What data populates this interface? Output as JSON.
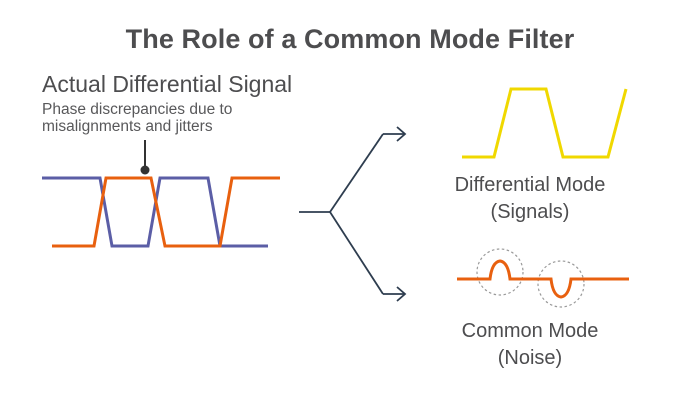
{
  "title": "The Role of a Common Mode Filter",
  "actual_signal": {
    "heading": "Actual Differential Signal",
    "note_line1": "Phase discrepancies due to",
    "note_line2": "misalignments and jitters"
  },
  "differential_mode": {
    "line1": "Differential Mode",
    "line2": "(Signals)"
  },
  "common_mode": {
    "line1": "Common Mode",
    "line2": "(Noise)"
  },
  "colors": {
    "blue_signal": "#5b5ea6",
    "orange_signal": "#e8600f",
    "yellow_signal": "#f0d800",
    "arrows": "#2e3d4f",
    "text": "#4d4d4f",
    "dotted_circle": "#9a9a9a"
  }
}
